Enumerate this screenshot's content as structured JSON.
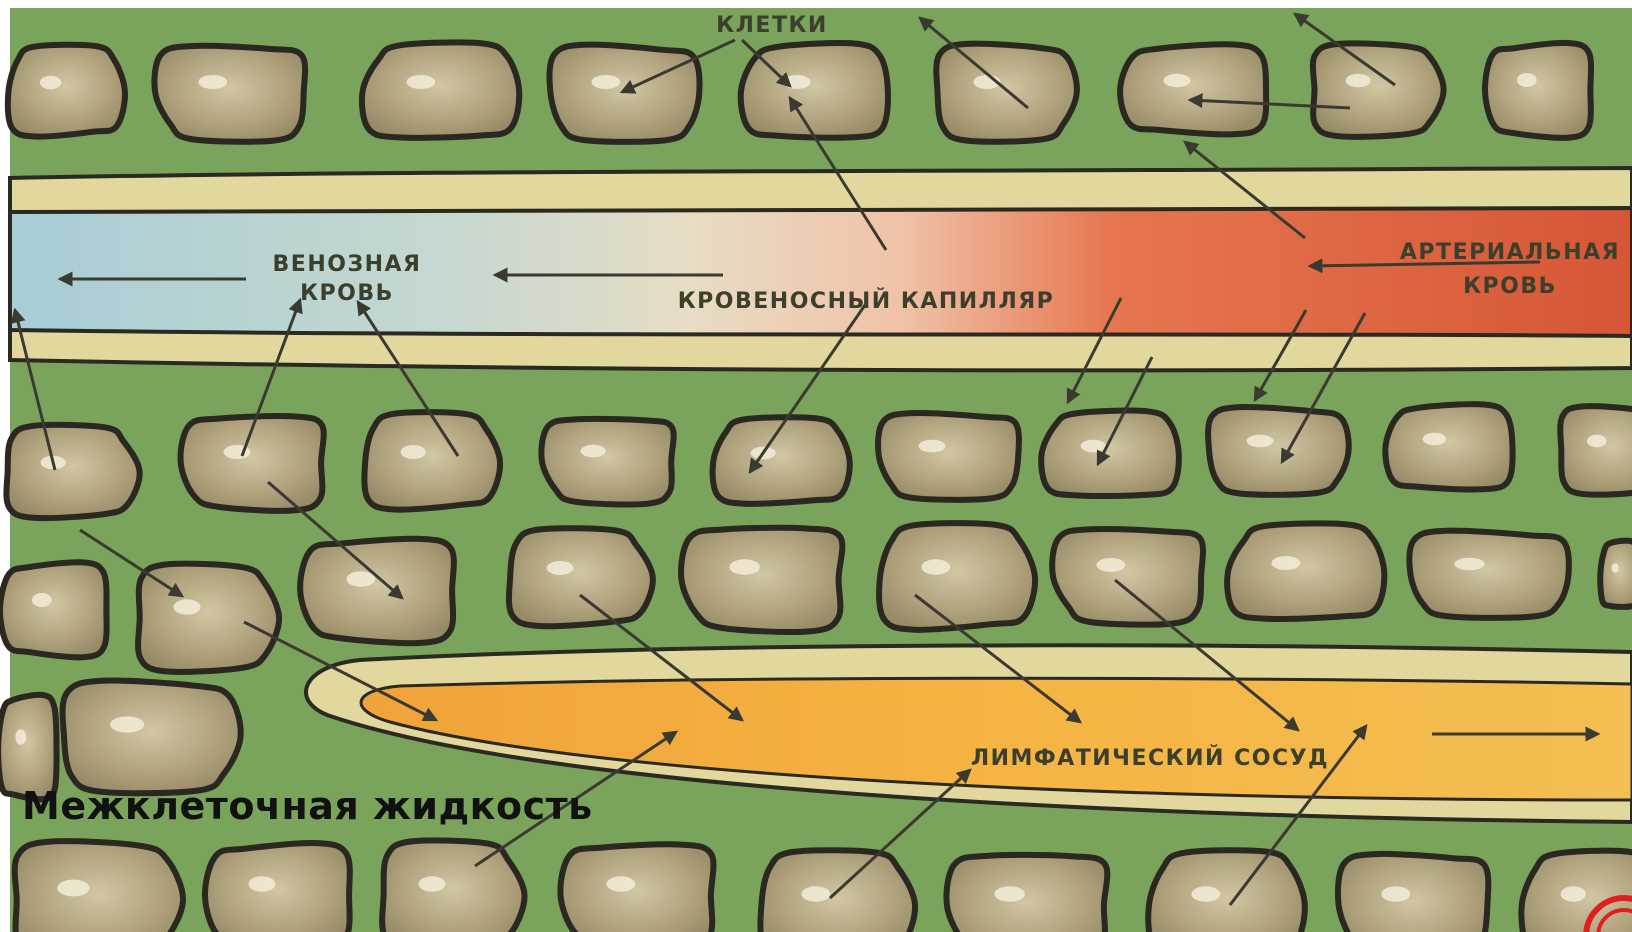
{
  "labels": {
    "cells": "КЛЕТКИ",
    "venous_blood_line1": "ВЕНОЗНАЯ",
    "venous_blood_line2": "КРОВЬ",
    "arterial_blood_line1": "АРТЕРИАЛЬНАЯ",
    "arterial_blood_line2": "КРОВЬ",
    "capillary": "КРОВЕНОСНЫЙ КАПИЛЛЯР",
    "lymph_vessel": "ЛИМФАТИЧЕСКИЙ СОСУД"
  },
  "caption": "Межклеточная жидкость",
  "colors": {
    "tissue_green": "#79a35a",
    "vessel_wall": "#e3d9a0",
    "venous_blue": "#a9cfd8",
    "arterial_red": "#d9583a",
    "lymph_orange": "#f2b03a",
    "cell_fill": "#b3a784",
    "outline": "#2c2a22",
    "logo_red": "#e02020"
  },
  "icons": {
    "corner_logo": "red-ring-logo-icon"
  }
}
